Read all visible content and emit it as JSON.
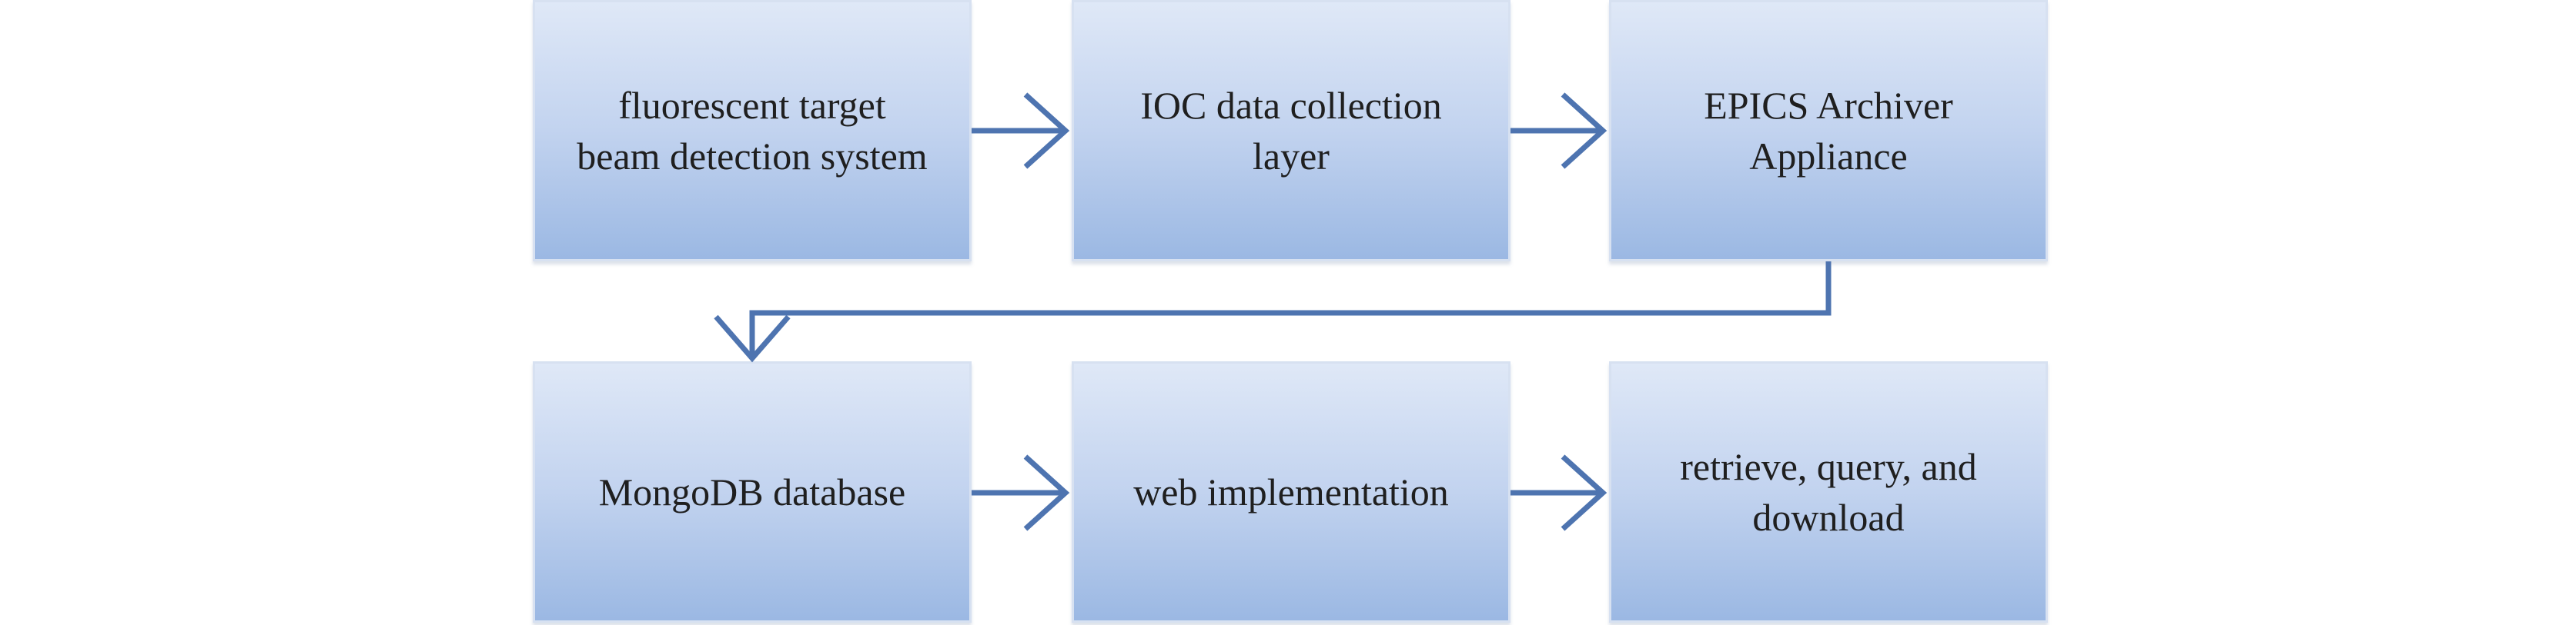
{
  "diagram": {
    "row1": [
      {
        "label_line1": "fluorescent target",
        "label_line2": "beam detection system"
      },
      {
        "label_line1": "IOC data collection",
        "label_line2": "layer"
      },
      {
        "label_line1": "EPICS Archiver",
        "label_line2": "Appliance"
      }
    ],
    "row2": [
      {
        "label_line1": "MongoDB database",
        "label_line2": ""
      },
      {
        "label_line1": "web implementation",
        "label_line2": ""
      },
      {
        "label_line1": "retrieve, query, and",
        "label_line2": "download"
      }
    ],
    "colors": {
      "box_top": "#dfe8f7",
      "box_bottom": "#9bb8e3",
      "arrow": "#4e74b0",
      "text": "#1f1f1f"
    }
  }
}
